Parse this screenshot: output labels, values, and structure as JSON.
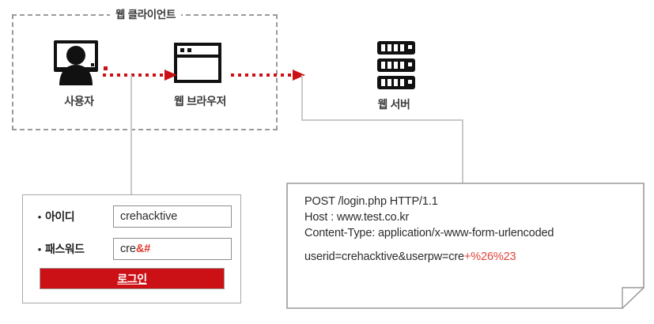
{
  "diagram": {
    "client_group": {
      "title": "웹 클라이언트"
    },
    "nodes": [
      {
        "id": "user",
        "label": "사용자",
        "icon": "user-monitor-icon"
      },
      {
        "id": "browser",
        "label": "웹 브라우저",
        "icon": "browser-window-icon"
      },
      {
        "id": "server",
        "label": "웹 서버",
        "icon": "server-rack-icon"
      }
    ],
    "flow_arrows": [
      {
        "from": "user",
        "to": "browser",
        "style": "dotted",
        "color": "#cc1116"
      },
      {
        "from": "browser",
        "to": "server",
        "style": "dotted",
        "color": "#cc1116"
      }
    ]
  },
  "login_form": {
    "fields": [
      {
        "bullet": "•",
        "label": "아이디",
        "value": "crehacktive",
        "value_red": ""
      },
      {
        "bullet": "•",
        "label": "패스워드",
        "value": "cre ",
        "value_red": "&#"
      }
    ],
    "submit_label": "로그인",
    "submit_color": "#cc1116"
  },
  "http_request": {
    "line1": "POST /login.php HTTP/1.1",
    "line2": "Host : www.test.co.kr",
    "line3": "Content-Type: application/x-www-form-urlencoded",
    "body_plain": "userid=crehacktive&userpw=cre",
    "body_encoded": "+%26%23",
    "encoded_color": "#e3423a"
  }
}
